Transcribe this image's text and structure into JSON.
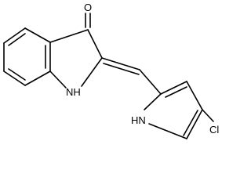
{
  "molecule": {
    "atoms": {
      "oxygen": "O",
      "indole_nh": "NH",
      "pyrrole_hn": "HN",
      "chlorine": "Cl"
    }
  },
  "colors": {
    "bond": "#000000",
    "background": "#ffffff"
  }
}
